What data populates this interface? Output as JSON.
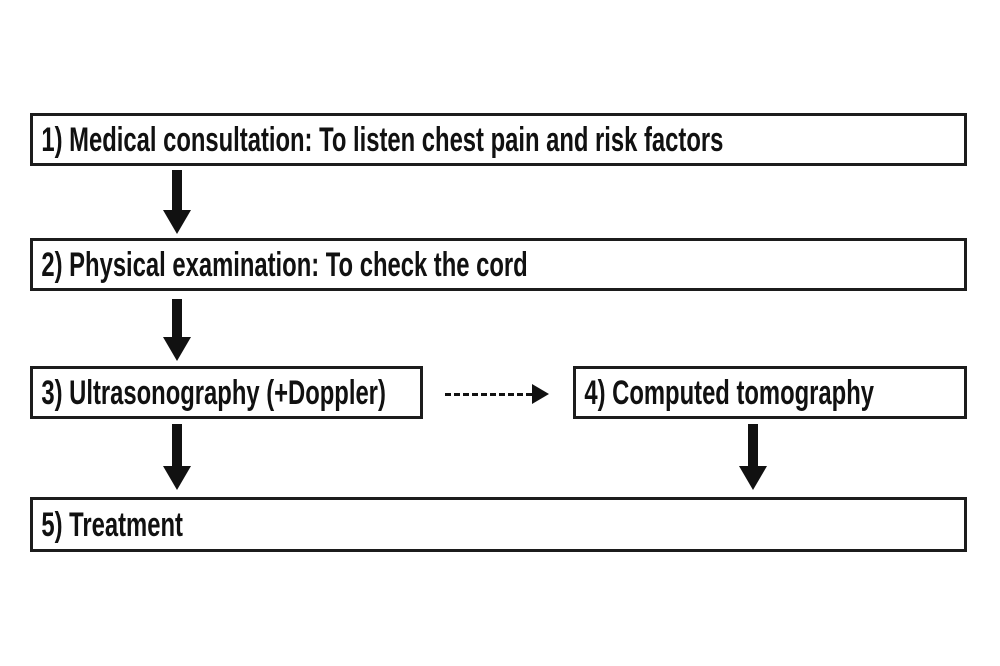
{
  "diagram": {
    "type": "flowchart",
    "background_color": "#ffffff",
    "box_border_color": "#1c1c1c",
    "text_color": "#111111",
    "arrow_color": "#111111"
  },
  "boxes": [
    {
      "id": "step-1",
      "label": "1) Medical consultation: To listen chest pain and risk factors"
    },
    {
      "id": "step-2",
      "label": "2) Physical examination: To check the cord"
    },
    {
      "id": "step-3",
      "label": "3) Ultrasonography (+Doppler)"
    },
    {
      "id": "step-4",
      "label": "4) Computed tomography"
    },
    {
      "id": "step-5",
      "label": "5) Treatment"
    }
  ],
  "connections": [
    {
      "from": "step-1",
      "to": "step-2",
      "style": "solid",
      "direction": "down"
    },
    {
      "from": "step-2",
      "to": "step-3",
      "style": "solid",
      "direction": "down"
    },
    {
      "from": "step-3",
      "to": "step-4",
      "style": "dashed",
      "direction": "right"
    },
    {
      "from": "step-3",
      "to": "step-5",
      "style": "solid",
      "direction": "down"
    },
    {
      "from": "step-4",
      "to": "step-5",
      "style": "solid",
      "direction": "down"
    }
  ]
}
